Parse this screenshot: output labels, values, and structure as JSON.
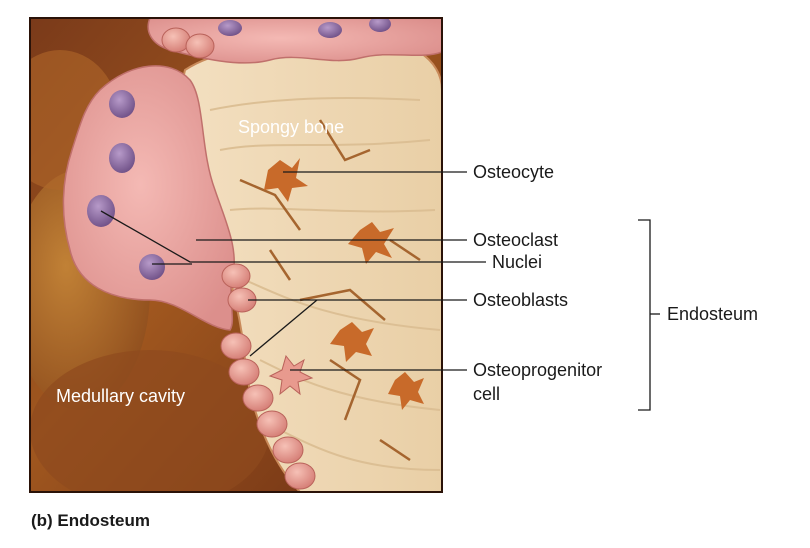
{
  "figure": {
    "caption": "(b) Endosteum",
    "labels": {
      "spongy_bone": "Spongy bone",
      "medullary_cavity": "Medullary cavity",
      "osteocyte": "Osteocyte",
      "osteoclast": "Osteoclast",
      "nuclei": "Nuclei",
      "osteoblasts": "Osteoblasts",
      "osteoprogenitor_line1": "Osteoprogenitor",
      "osteoprogenitor_line2": "cell",
      "endosteum": "Endosteum"
    }
  }
}
